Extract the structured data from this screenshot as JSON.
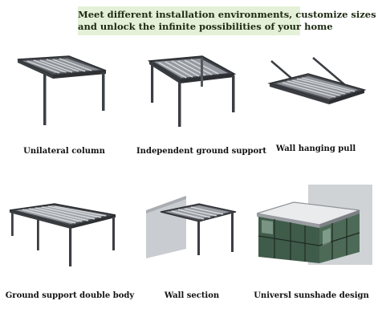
{
  "header": {
    "line1": "Meet different installation environments, customize sizes",
    "line2": "and unlock the infinite possibilities of your home"
  },
  "tiles": [
    {
      "icon": "pergola-unilateral-column-image",
      "caption": "Unilateral column"
    },
    {
      "icon": "pergola-independent-ground-support-image",
      "caption": "Independent ground support"
    },
    {
      "icon": "pergola-wall-hanging-pull-image",
      "caption": "Wall hanging pull"
    },
    {
      "icon": "pergola-ground-support-double-body-image",
      "caption": "Ground support double body"
    },
    {
      "icon": "pergola-wall-section-image",
      "caption": "Wall section"
    },
    {
      "icon": "pergola-universal-sunshade-image",
      "caption": "Universl sunshade design"
    }
  ]
}
